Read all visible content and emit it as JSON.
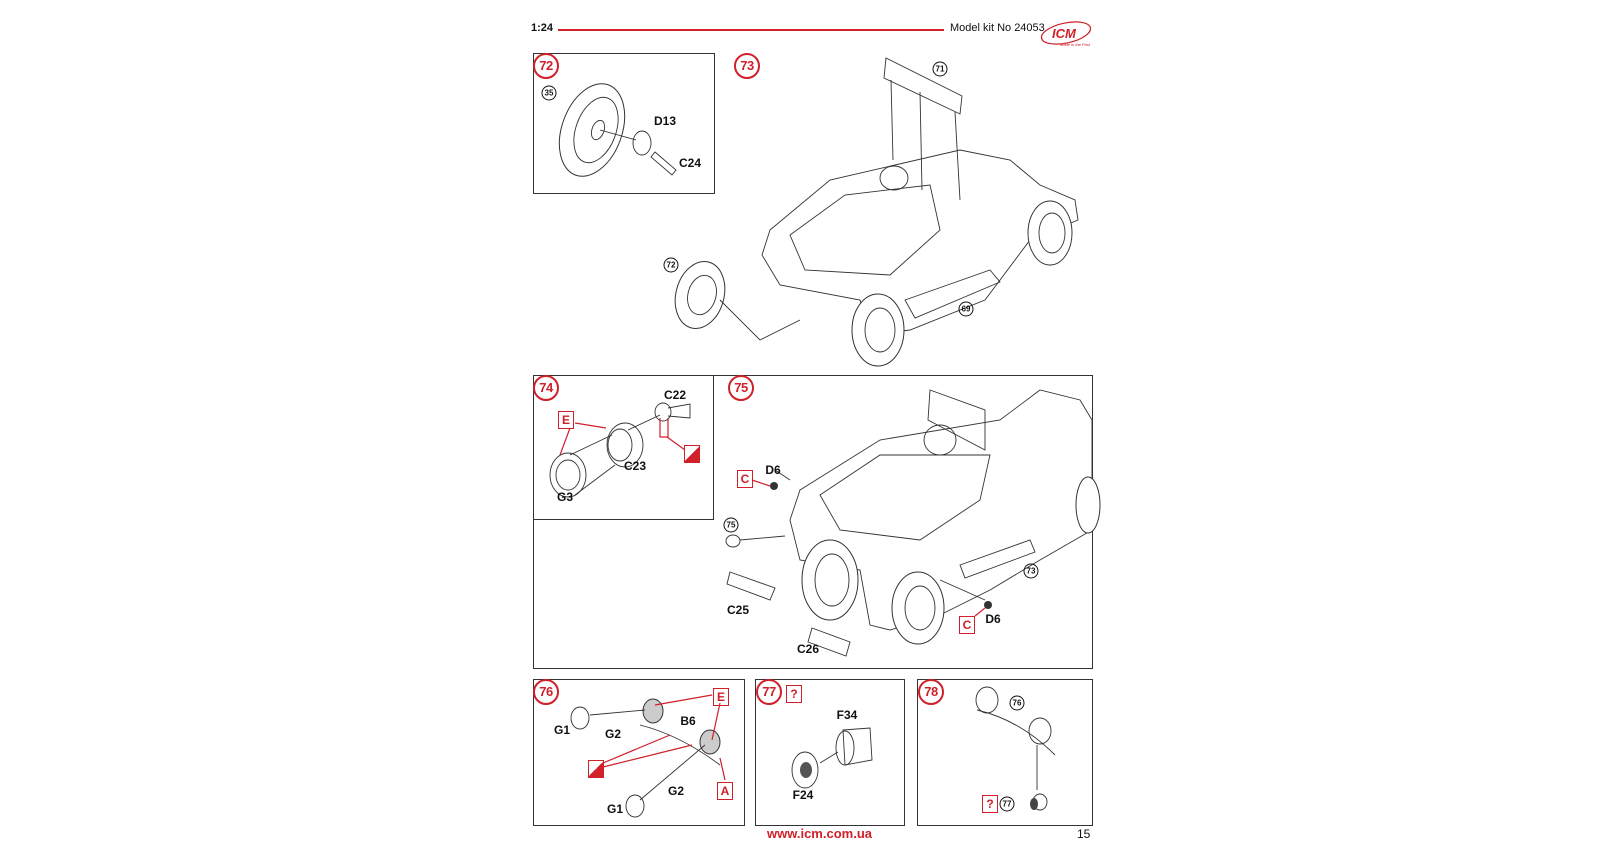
{
  "header": {
    "scale": "1:24",
    "model_kit": "Model kit No 24053",
    "logo_text": "ICM",
    "logo_tagline": "Made in the Past"
  },
  "colors": {
    "accent": "#d0202a",
    "ink": "#111111"
  },
  "steps": [
    {
      "number": "72",
      "refs": [
        "35"
      ],
      "parts": [
        "D13",
        "C24"
      ]
    },
    {
      "number": "73",
      "refs": [
        "71",
        "72",
        "69"
      ]
    },
    {
      "number": "74",
      "paint": [
        "E"
      ],
      "parts": [
        "C22",
        "C23",
        "G3"
      ],
      "icons": [
        "paint-brush-icon"
      ]
    },
    {
      "number": "75",
      "refs": [
        "75",
        "73"
      ],
      "paint": [
        "C",
        "C"
      ],
      "parts": [
        "D6",
        "D6",
        "C25",
        "C26"
      ]
    },
    {
      "number": "76",
      "paint": [
        "E",
        "A"
      ],
      "parts": [
        "B6",
        "G1",
        "G2",
        "G2",
        "G1"
      ],
      "icons": [
        "paint-brush-icon"
      ]
    },
    {
      "number": "77",
      "paint": [
        "?"
      ],
      "parts": [
        "F34",
        "F24"
      ]
    },
    {
      "number": "78",
      "refs": [
        "76",
        "77"
      ],
      "paint": [
        "?"
      ]
    }
  ],
  "footer": {
    "url": "www.icm.com.ua",
    "page_number": "15"
  }
}
